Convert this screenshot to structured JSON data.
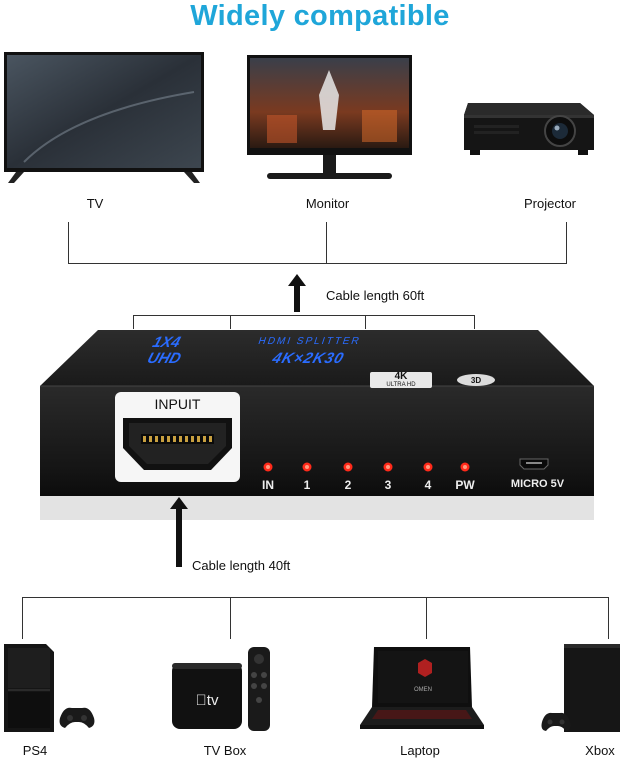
{
  "title": "Widely compatible",
  "outputs": [
    {
      "label": "TV"
    },
    {
      "label": "Monitor"
    },
    {
      "label": "Projector"
    }
  ],
  "cable_out_label": "Cable length 60ft",
  "cable_in_label": "Cable length 40ft",
  "splitter": {
    "top_text_1": "1X4",
    "top_text_2": "HDMI SPLITTER",
    "top_text_3": "UHD",
    "top_text_4": "4K×2K30",
    "badge_4k": "4K",
    "badge_ultra": "ULTRA HD",
    "input_label": "INPUIT",
    "leds": [
      "IN",
      "1",
      "2",
      "3",
      "4",
      "PW"
    ],
    "micro_label": "MICRO 5V"
  },
  "inputs": [
    {
      "label": "PS4"
    },
    {
      "label": "TV Box"
    },
    {
      "label": "Laptop"
    },
    {
      "label": "Xbox"
    }
  ],
  "colors": {
    "title": "#1fa6d9",
    "led": "#ff2a1a",
    "device_body": "#1c1c1c",
    "device_text": "#2a6cff"
  }
}
